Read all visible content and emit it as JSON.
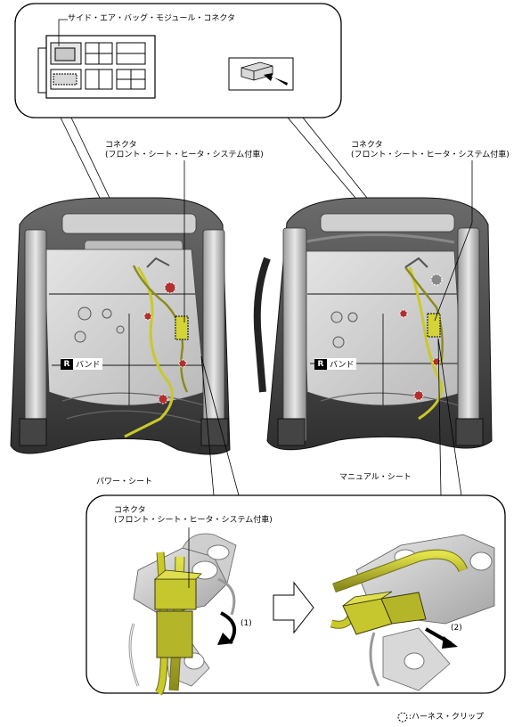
{
  "callout_top": {
    "connector_label": "サイド・エア・バッグ・モジュール・コネクタ"
  },
  "left_seat": {
    "connector_label_line1": "コネクタ",
    "connector_label_line2": "(フロント・シート・ヒータ・システム付車)",
    "band_letter": "R",
    "band_label": "バンド",
    "caption": "パワー・シート"
  },
  "right_seat": {
    "connector_label_line1": "コネクタ",
    "connector_label_line2": "(フロント・シート・ヒータ・システム付車)",
    "band_letter": "R",
    "band_label": "バンド",
    "caption": "マニュアル・シート"
  },
  "detail": {
    "connector_label_line1": "コネクタ",
    "connector_label_line2": "(フロント・シート・ヒータ・システム付車)",
    "step1": "(1)",
    "step2": "(2)"
  },
  "legend": {
    "symbol": "◌",
    "text": ":ハーネス・クリップ"
  },
  "colors": {
    "harness": "#c9c92a",
    "connector": "#b8b830",
    "frame": "#9a9a9a",
    "clip": "#b23030"
  }
}
